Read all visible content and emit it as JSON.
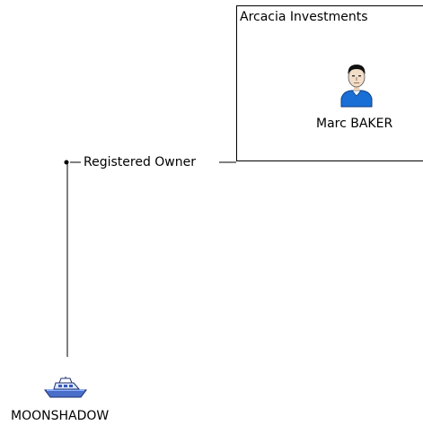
{
  "organization": {
    "name": "Arcacia Investments",
    "icon": "organization-box"
  },
  "person": {
    "name": "Marc BAKER",
    "icon": "person-icon"
  },
  "vessel": {
    "name": "MOONSHADOW",
    "icon": "boat-icon"
  },
  "relationship": {
    "label": "Registered Owner"
  },
  "colors": {
    "line": "#000000",
    "person_shirt": "#1a6fd6",
    "boat_hull": "#4a6fc8",
    "boat_deck": "#8fb2ff"
  }
}
